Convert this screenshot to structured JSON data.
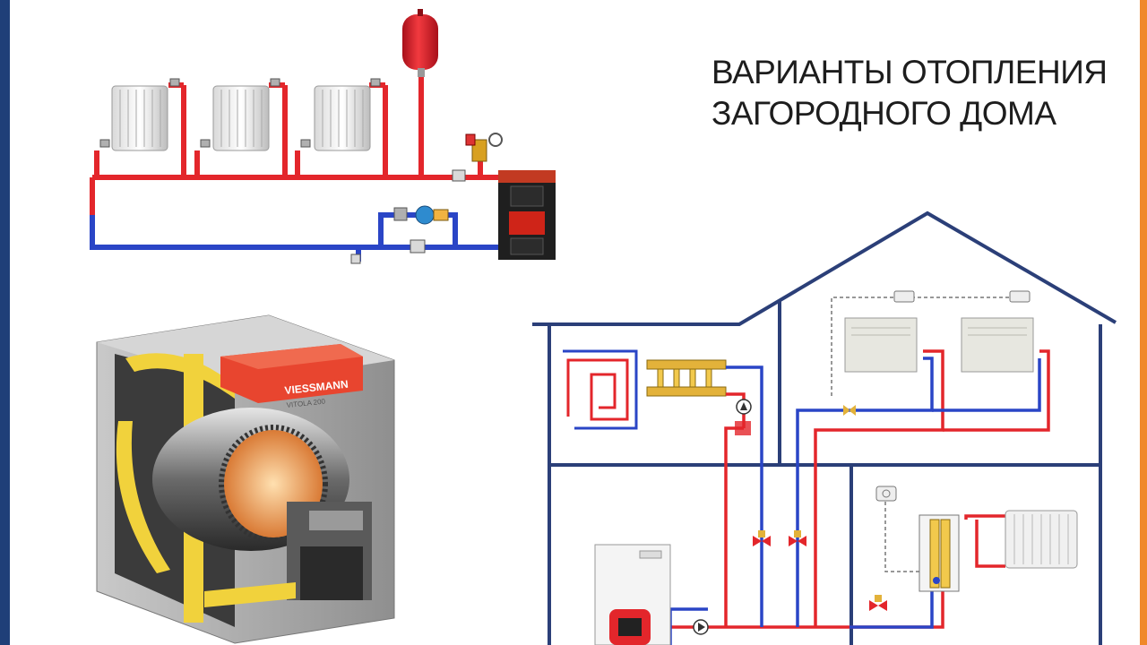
{
  "slide": {
    "title_line1": "ВАРИАНТЫ ОТОПЛЕНИЯ",
    "title_line2": "ЗАГОРОДНОГО ДОМА"
  },
  "boiler_cutaway": {
    "brand": "VIESSMANN",
    "model": "VITOLA 200"
  },
  "colors": {
    "edge_left": "#1f3f78",
    "edge_right": "#f0882a",
    "supply_red": "#e3262b",
    "return_blue": "#2a45c6",
    "house_outline": "#2b3f78",
    "insulation_yellow": "#f1d23c",
    "boiler_red": "#e8452f"
  },
  "icons": {
    "radiator": "radiator-icon",
    "expansion_tank": "expansion-tank-icon",
    "pump": "pump-icon",
    "valve": "valve-icon",
    "thermostat": "thermostat-icon"
  }
}
